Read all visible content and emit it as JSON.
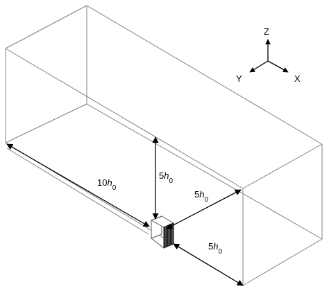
{
  "axes": {
    "z": "Z",
    "y": "Y",
    "x": "X"
  },
  "dimensions": {
    "length": {
      "coef": "10",
      "var": "h",
      "sub": "0"
    },
    "height": {
      "coef": "5",
      "var": "h",
      "sub": "0"
    },
    "width_back": {
      "coef": "5",
      "var": "h",
      "sub": "0"
    },
    "width_front": {
      "coef": "5",
      "var": "h",
      "sub": "0"
    }
  },
  "colors": {
    "domain_edge": "#808080",
    "dimension_line": "#000000",
    "obstacle": "#1a1a1a"
  }
}
